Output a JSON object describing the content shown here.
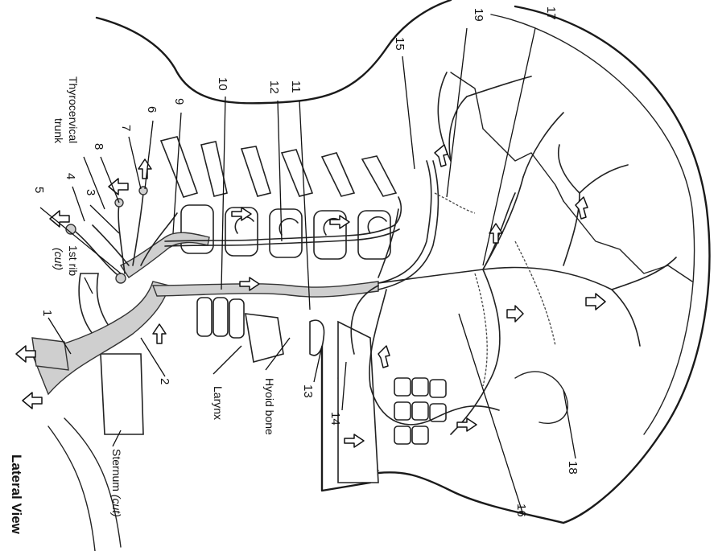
{
  "labels": {
    "title": "Lateral View",
    "thyrocervical_trunk": "Thyrocervical trunk",
    "first_rib": "1st rib",
    "first_rib_cut": "(cut)",
    "sternum": "Sternum",
    "sternum_cut": "(cut)",
    "larynx": "Larynx",
    "hyoid_bone": "Hyoid bone"
  },
  "numbers": [
    "1",
    "2",
    "3",
    "4",
    "5",
    "6",
    "7",
    "8",
    "9",
    "10",
    "11",
    "12",
    "13",
    "14",
    "15",
    "16",
    "17",
    "18",
    "19"
  ]
}
